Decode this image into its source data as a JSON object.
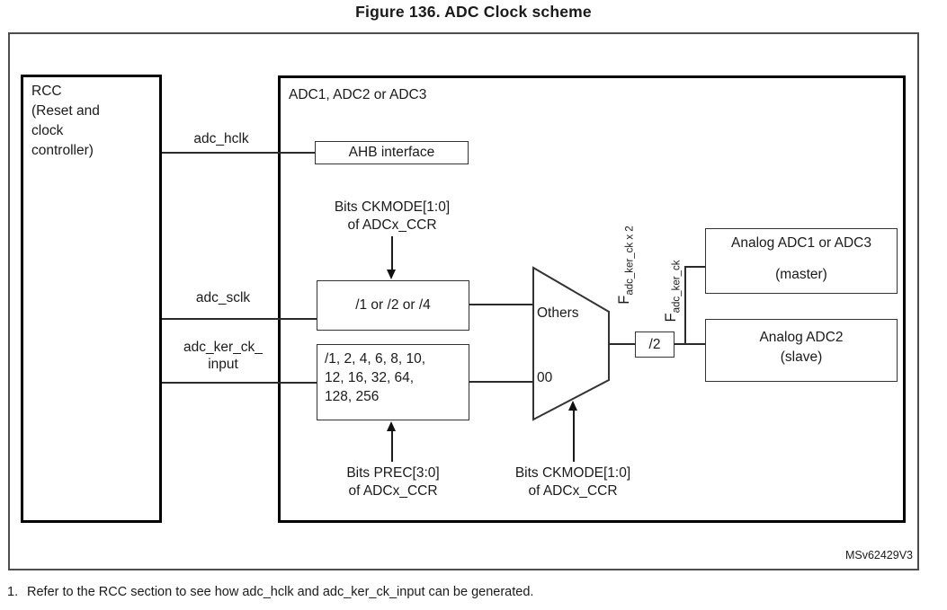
{
  "figure": {
    "title": "Figure 136. ADC Clock scheme",
    "watermark": "MSv62429V3",
    "footnote_number": "1.",
    "footnote_text": "Refer to the RCC section to see how adc_hclk and adc_ker_ck_input can be generated."
  },
  "blocks": {
    "rcc": {
      "lines": [
        "RCC",
        "(Reset and",
        "clock",
        "controller)"
      ]
    },
    "adc_container": {
      "label": "ADC1, ADC2 or ADC3"
    },
    "ahb": {
      "label": "AHB interface"
    },
    "sync_prescaler": {
      "label": "/1 or /2 or /4"
    },
    "async_prescaler": {
      "lines": [
        "/1, 2, 4, 6, 8, 10,",
        "12, 16, 32, 64,",
        "128, 256"
      ]
    },
    "div2": {
      "label": "/2"
    },
    "adc_master": {
      "lines": [
        "Analog ADC1 or ADC3",
        "(master)"
      ]
    },
    "adc_slave": {
      "lines": [
        "Analog ADC2",
        "(slave)"
      ]
    }
  },
  "signals": {
    "adc_hclk": "adc_hclk",
    "adc_sclk": "adc_sclk",
    "adc_ker_ck_line1": "adc_ker_ck_",
    "adc_ker_ck_line2": "input"
  },
  "mux": {
    "others": "Others",
    "zero_zero": "00"
  },
  "annotations": {
    "ckmode_top": {
      "lines": [
        "Bits CKMODE[1:0]",
        "of ADCx_CCR"
      ]
    },
    "prec": {
      "lines": [
        "Bits PREC[3:0]",
        "of ADCx_CCR"
      ]
    },
    "ckmode_bottom": {
      "lines": [
        "Bits CKMODE[1:0]",
        "of ADCx_CCR"
      ]
    },
    "freq_x2": {
      "symbol": "F",
      "subscript": "adc_ker_ck x 2"
    },
    "freq": {
      "symbol": "F",
      "subscript": "adc_ker_ck"
    }
  },
  "colors": {
    "text": "#1a1a1a",
    "line": "#2b2b2b",
    "thick_border": "#000000",
    "thin_border": "#333333",
    "outer_border": "#4d4d4d",
    "background": "#ffffff"
  }
}
